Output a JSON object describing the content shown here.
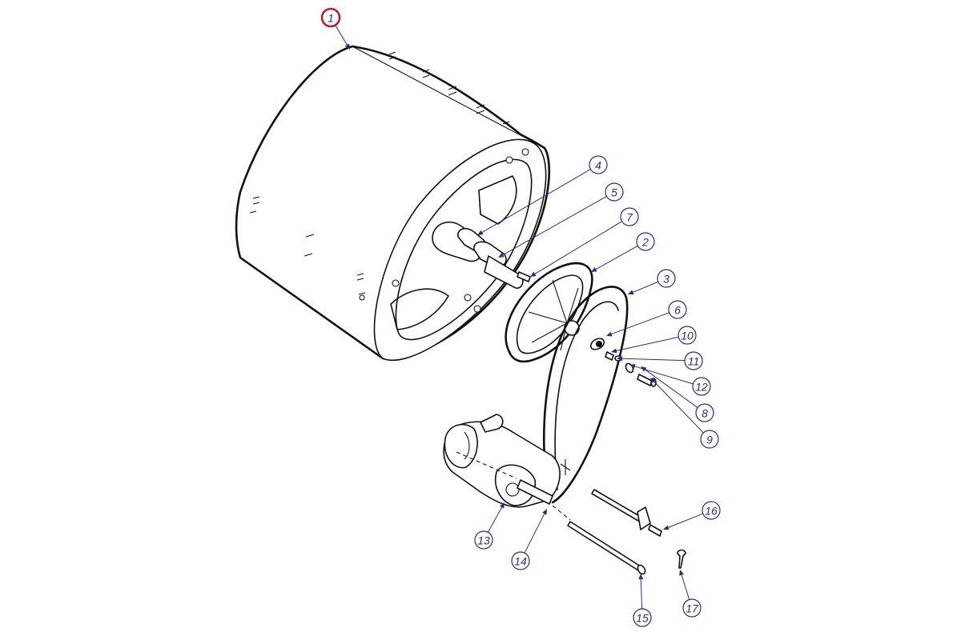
{
  "colors": {
    "callout": "#2a2a8c",
    "highlight": "#c0202a",
    "line": "#111111"
  },
  "callouts": [
    {
      "id": "1",
      "label": "1",
      "highlight": true
    },
    {
      "id": "2",
      "label": "2"
    },
    {
      "id": "3",
      "label": "3"
    },
    {
      "id": "4",
      "label": "4"
    },
    {
      "id": "5",
      "label": "5"
    },
    {
      "id": "6",
      "label": "6"
    },
    {
      "id": "7",
      "label": "7"
    },
    {
      "id": "8",
      "label": "8"
    },
    {
      "id": "9",
      "label": "9"
    },
    {
      "id": "10",
      "label": "10"
    },
    {
      "id": "11",
      "label": "11"
    },
    {
      "id": "12",
      "label": "12"
    },
    {
      "id": "13",
      "label": "13"
    },
    {
      "id": "14",
      "label": "14"
    },
    {
      "id": "15",
      "label": "15"
    },
    {
      "id": "16",
      "label": "16"
    },
    {
      "id": "17",
      "label": "17"
    }
  ]
}
